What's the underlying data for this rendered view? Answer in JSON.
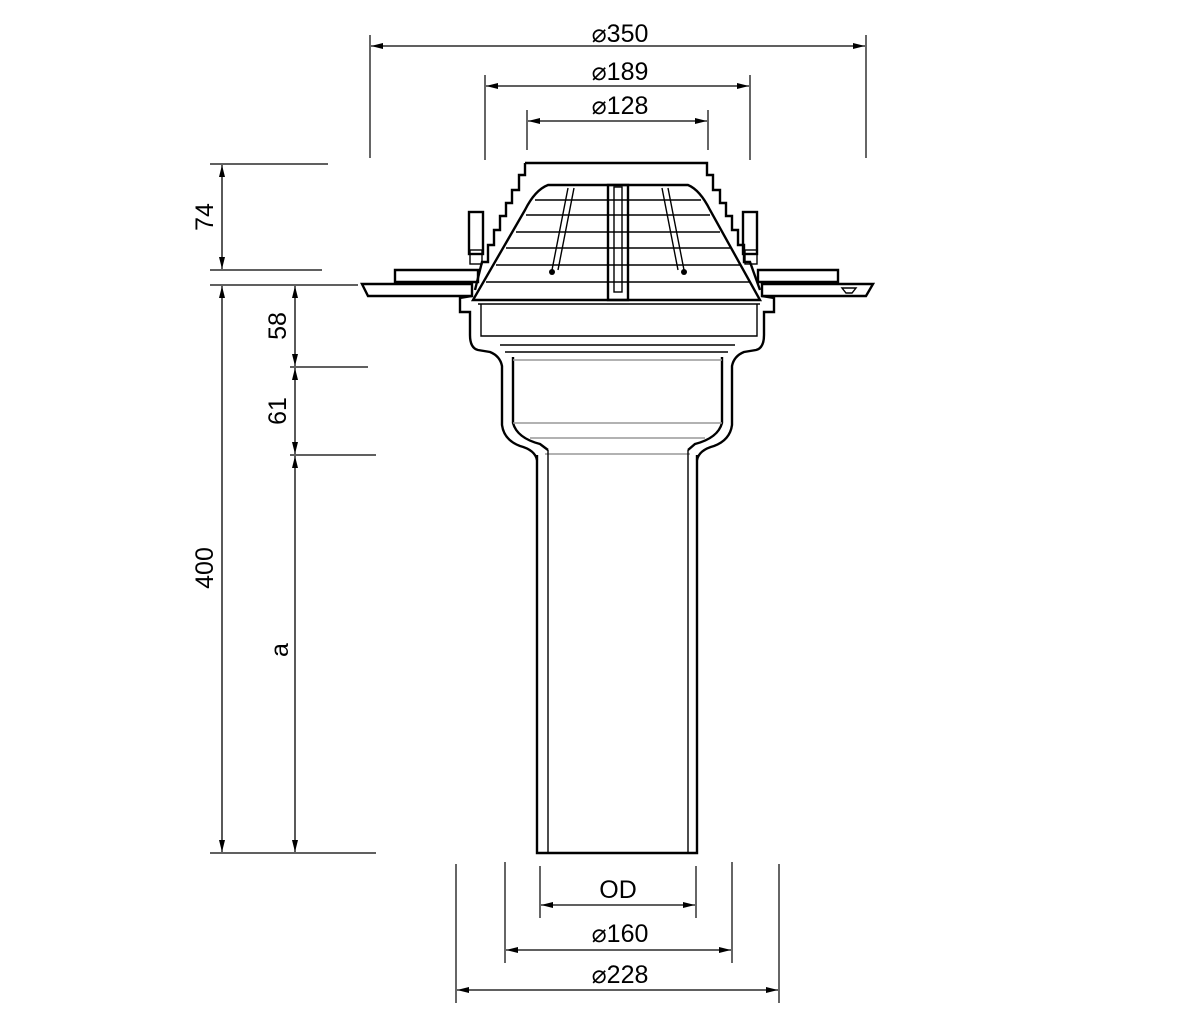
{
  "drawing": {
    "dimensions": {
      "d350": "⌀350",
      "d189": "⌀189",
      "d128": "⌀128",
      "h74": "74",
      "h400": "400",
      "h58": "58",
      "h61": "61",
      "ha": "a",
      "od": "OD",
      "d160": "⌀160",
      "d228": "⌀228"
    },
    "line_color": "#000000",
    "background": "#ffffff"
  }
}
